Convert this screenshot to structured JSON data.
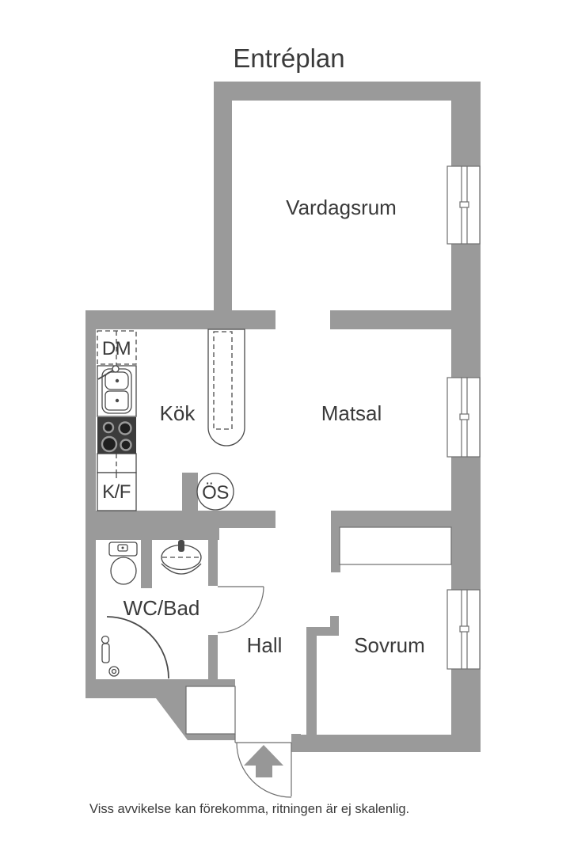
{
  "title": "Entréplan",
  "footer": "Viss avvikelse kan förekomma, ritningen är ej skalenlig.",
  "rooms": {
    "vardagsrum": "Vardagsrum",
    "kok": "Kök",
    "matsal": "Matsal",
    "wc_bad": "WC/Bad",
    "hall": "Hall",
    "sovrum": "Sovrum"
  },
  "labels": {
    "dishwasher": "DM",
    "fridge_freezer": "K/F",
    "fireplace": "ÖS"
  },
  "colors": {
    "wall": "#9a9a9a",
    "text": "#3a3a3a",
    "stove": "#3c3c3c",
    "arrow": "#979797"
  }
}
